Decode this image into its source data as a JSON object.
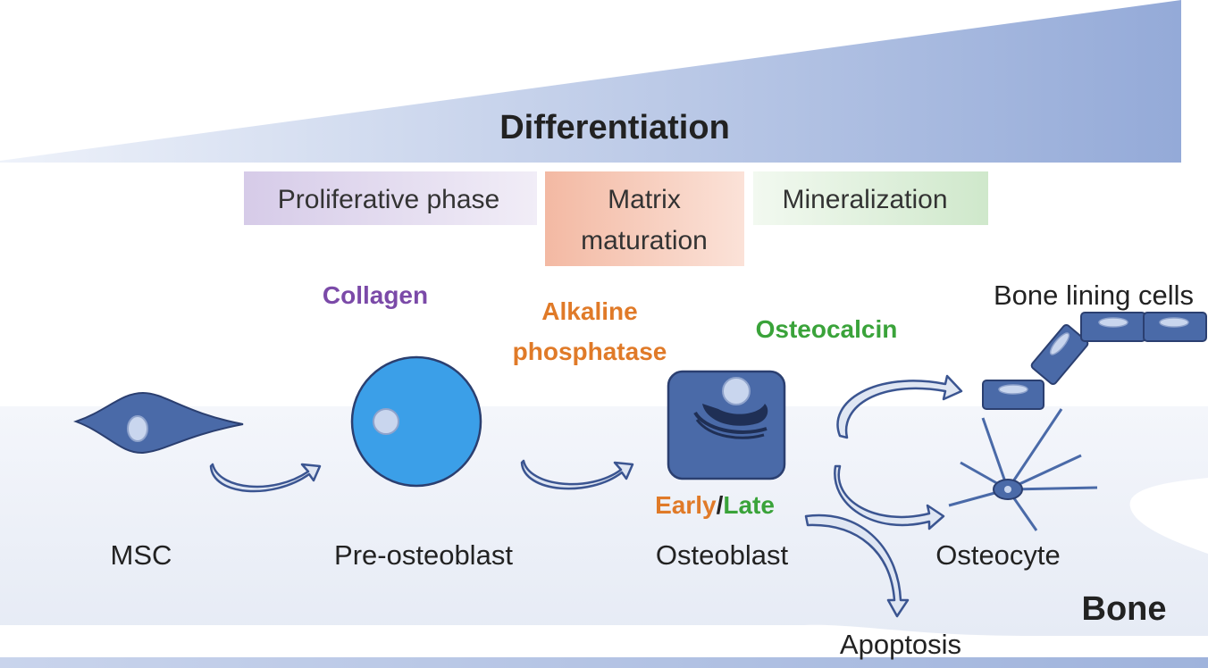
{
  "title": "Differentiation",
  "phases": {
    "proliferative": "Proliferative phase",
    "matrix_line1": "Matrix",
    "matrix_line2": "maturation",
    "mineralization": "Mineralization"
  },
  "markers": {
    "collagen": "Collagen",
    "alkaline_line1": "Alkaline",
    "alkaline_line2": "phosphatase",
    "osteocalcin": "Osteocalcin",
    "early": "Early",
    "slash": "/",
    "late": "Late"
  },
  "cells": {
    "msc": "MSC",
    "pre_osteoblast": "Pre-osteoblast",
    "osteoblast": "Osteoblast",
    "osteocyte": "Osteocyte",
    "bone_lining": "Bone lining cells",
    "apoptosis": "Apoptosis"
  },
  "region": {
    "bone": "Bone"
  },
  "colors": {
    "cell_fill": "#4a6aa8",
    "cell_stroke": "#2b3f70",
    "pre_osteoblast_fill": "#3b9fe8",
    "nucleus": "#c9d6ee",
    "collagen": "#7b4aa8",
    "alkaline": "#e07a28",
    "osteocalcin": "#3aa33a",
    "proliferative_bg": "#d9cfe8",
    "matrix_bg": "#f6c3b0",
    "mineralization_bg": "#d6ecd2",
    "gradient": "#9fb3dc"
  }
}
